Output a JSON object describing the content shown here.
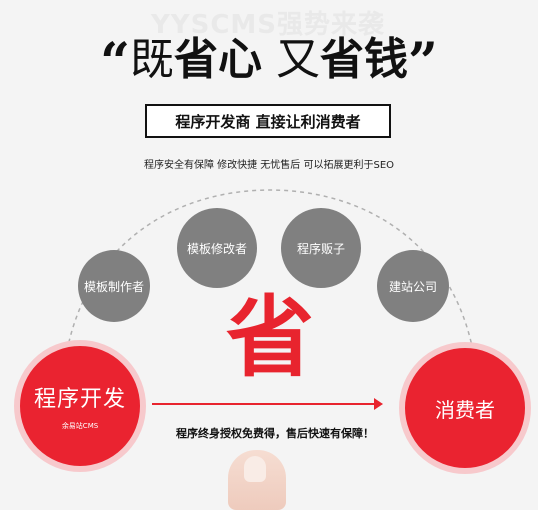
{
  "watermark": "YYSCMS强势来袭",
  "headline": {
    "open_quote": "“",
    "word1": "既",
    "word2": "省心",
    "word3": "又",
    "word4": "省钱",
    "close_quote": "”"
  },
  "subtitle": "程序开发商  直接让利消费者",
  "tagline": "程序安全有保障 修改快捷 无忧售后 可以拓展更利于SEO",
  "middlemen": [
    {
      "label": "模板制作者"
    },
    {
      "label": "模板修改者"
    },
    {
      "label": "程序贩子"
    },
    {
      "label": "建站公司"
    }
  ],
  "left_circle": {
    "label": "程序开发",
    "sub": "余易站CMS"
  },
  "right_circle": {
    "label": "消费者"
  },
  "big_char": "省",
  "arrow_caption": "程序终身授权免费得，售后快速有保障！",
  "colors": {
    "accent_red": "#ea2330",
    "gray": "#808080",
    "ring_pink": "#f7c9cc"
  }
}
